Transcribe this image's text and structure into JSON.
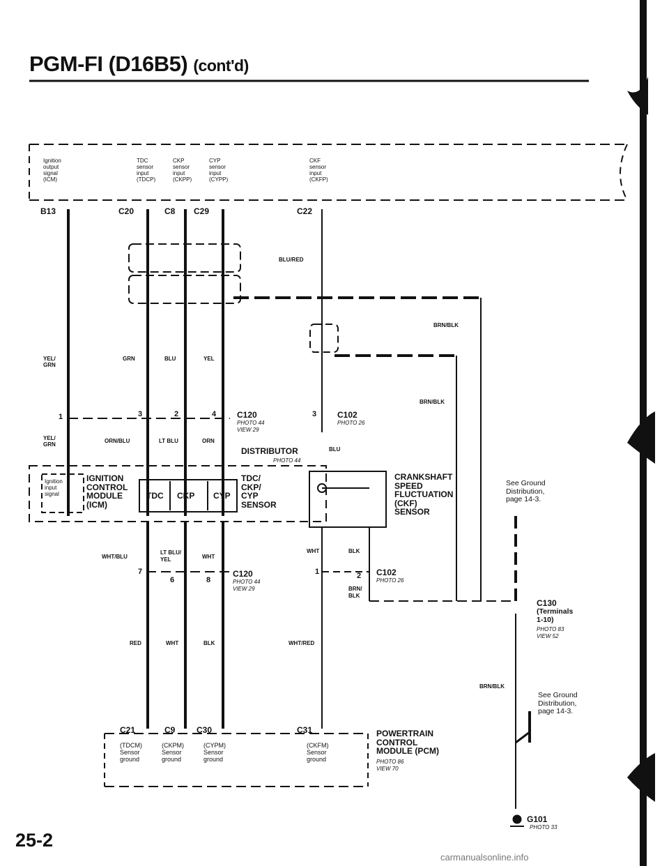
{
  "header": {
    "title": "PGM-FI (D16B5)",
    "title_suffix": "(cont'd)"
  },
  "page_number": "25-2",
  "watermark": "carmanualsonline.info",
  "icm_top_box": {
    "ignition_output": [
      "Ignition",
      "output",
      "signal",
      "(ICM)"
    ],
    "tdc_input": [
      "TDC",
      "sensor",
      "input",
      "(TDCP)"
    ],
    "ckp_input": [
      "CKP",
      "sensor",
      "input",
      "(CKPP)"
    ],
    "cyp_input": [
      "CYP",
      "sensor",
      "input",
      "(CYPP)"
    ],
    "ckf_input": [
      "CKF",
      "sensor",
      "input",
      "(CKFP)"
    ]
  },
  "terminals": {
    "b13": "B13",
    "c20": "C20",
    "c8": "C8",
    "c29": "C29",
    "c22": "C22",
    "c21": "C21",
    "c9": "C9",
    "c30": "C30",
    "c31": "C31"
  },
  "wires": {
    "blu_red": "BLU/RED",
    "brn_blk_1": "BRN/BLK",
    "brn_blk_2": "BRN/BLK",
    "brn_blk_3": "BRN/BLK",
    "yel_grn_1": "YEL/\nGRN",
    "yel_grn_2": "YEL/\nGRN",
    "grn": "GRN",
    "blu": "BLU",
    "yel": "YEL",
    "orn_blu": "ORN/BLU",
    "lt_blu": "LT BLU",
    "orn": "ORN",
    "blu_c102": "BLU",
    "wht_blu": "WHT/BLU",
    "lt_blu_yel": "LT BLU/\nYEL",
    "wht_1": "WHT",
    "wht_2": "WHT",
    "blk_1": "BLK",
    "brn_blk_c102": "BRN/\nBLK",
    "red": "RED",
    "wht_3": "WHT",
    "blk_2": "BLK",
    "wht_red": "WHT/RED"
  },
  "pins": {
    "p1": "1",
    "p3": "3",
    "p2": "2",
    "p4": "4",
    "p3b": "3",
    "p7": "7",
    "p6": "6",
    "p8": "8",
    "p1b": "1",
    "p2b": "2"
  },
  "connectors": {
    "c120_top": {
      "name": "C120",
      "photo": "PHOTO 44",
      "view": "VIEW 29"
    },
    "c102_top": {
      "name": "C102",
      "photo": "PHOTO 26"
    },
    "distributor": {
      "name": "DISTRIBUTOR",
      "photo": "PHOTO 44"
    },
    "c120_bot": {
      "name": "C120",
      "photo": "PHOTO 44",
      "view": "VIEW 29"
    },
    "c102_bot": {
      "name": "C102",
      "photo": "PHOTO 26"
    },
    "c130": {
      "name": "C130",
      "desc": [
        "(Terminals",
        "1-10)"
      ],
      "photo": "PHOTO 83",
      "view": "VIEW 52"
    },
    "g101": {
      "name": "G101",
      "photo": "PHOTO 33"
    }
  },
  "components": {
    "icm": {
      "lines": [
        "IGNITION",
        "CONTROL",
        "MODULE",
        "(ICM)"
      ],
      "inner": [
        "Ignition",
        "input",
        "signal"
      ]
    },
    "tdc_ckp_cyp_sensor": {
      "lines": [
        "TDC/",
        "CKP/",
        "CYP",
        "SENSOR"
      ],
      "cells": [
        "TDC",
        "CKP",
        "CYP"
      ]
    },
    "ckf_sensor": {
      "lines": [
        "CRANKSHAFT",
        "SPEED",
        "FLUCTUATION",
        "(CKF)",
        "SENSOR"
      ]
    },
    "pcm": {
      "lines": [
        "POWERTRAIN",
        "CONTROL",
        "MODULE (PCM)"
      ],
      "photo": "PHOTO 86",
      "view": "VIEW 70"
    }
  },
  "ground_notes": {
    "note1": [
      "See Ground",
      "Distribution,",
      "page 14-3."
    ],
    "note2": [
      "See Ground",
      "Distribution,",
      "page 14-3."
    ]
  },
  "pcm_grounds": {
    "tdc": [
      "(TDCM)",
      "Sensor",
      "ground"
    ],
    "ckp": [
      "(CKPM)",
      "Sensor",
      "ground"
    ],
    "cyp": [
      "(CYPM)",
      "Sensor",
      "ground"
    ],
    "ckf": [
      "(CKFM)",
      "Sensor",
      "ground"
    ]
  }
}
